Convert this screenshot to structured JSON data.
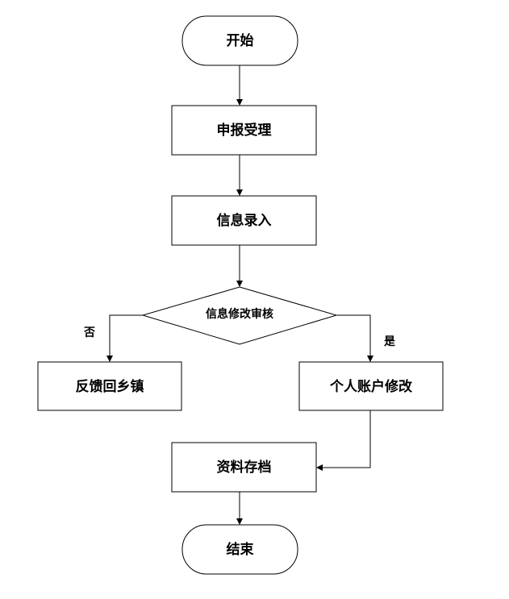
{
  "nodes": {
    "start": "开始",
    "apply": "申报受理",
    "entry": "信息录入",
    "review": "信息修改审核",
    "feedback": "反馈回乡镇",
    "modify": "个人账户修改",
    "archive": "资料存档",
    "end": "结束"
  },
  "edges": {
    "no_label": "否",
    "yes_label": "是"
  }
}
